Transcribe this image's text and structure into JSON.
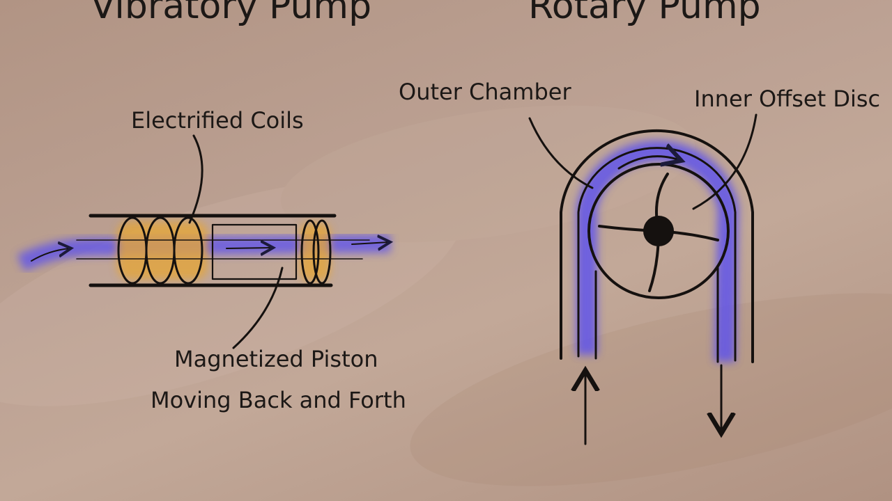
{
  "titles": {
    "left": "Vibratory Pump",
    "right": "Rotary Pump"
  },
  "labels": {
    "electrified_coils": "Electrified Coils",
    "magnetized_piston_1": "Magnetized Piston",
    "magnetized_piston_2": "Moving Back and Forth",
    "outer_chamber": "Outer Chamber",
    "inner_offset_disc": "Inner Offset Disc"
  },
  "colors": {
    "background": "#b8998a",
    "ink": "#15110f",
    "water": "#5a4ff0",
    "coil": "#e3a53a"
  }
}
